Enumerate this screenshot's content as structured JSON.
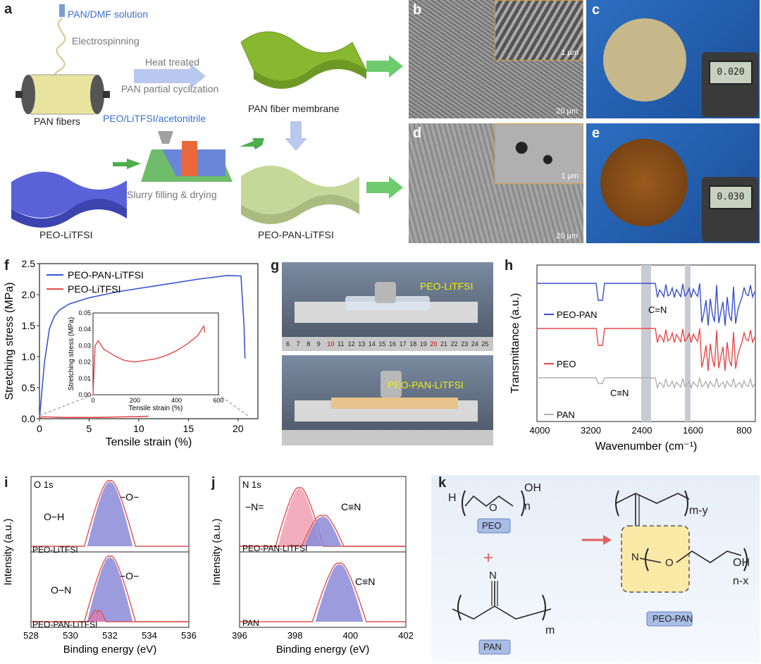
{
  "labels": {
    "a": "a",
    "b": "b",
    "c": "c",
    "d": "d",
    "e": "e",
    "f": "f",
    "g": "g",
    "h": "h",
    "i": "i",
    "j": "j",
    "k": "k"
  },
  "panel_a": {
    "pan_dmf": "PAN/DMF solution",
    "electrospinning": "Electrospinning",
    "heat_treated": "Heat treated",
    "partial_cyclization": "PAN partial cyclization",
    "pan_fibers": "PAN fibers",
    "pan_membrane": "PAN fiber membrane",
    "slurry_components": "PEO/LiTFSI/acetonitrile",
    "slurry_filling": "Slurry filling & drying",
    "peo_litfsi": "PEO-LiTFSI",
    "peo_pan_litfsi": "PEO-PAN-LiTFSI"
  },
  "panel_bd": {
    "scale_inset_b": "1 μm",
    "scale_main_b": "20 μm",
    "scale_inset_d": "1 μm",
    "scale_main_d": "20 μm"
  },
  "panel_ce": {
    "gauge_c": "0.020",
    "gauge_e": "0.030"
  },
  "panel_g": {
    "top_label": "PEO-LiTFSI",
    "bottom_label": "PEO-PAN-LiTFSI",
    "ruler_ticks": [
      "6",
      "7",
      "8",
      "9",
      "10",
      "11",
      "12",
      "13",
      "14",
      "15",
      "16",
      "17",
      "18",
      "19",
      "20",
      "21",
      "22",
      "23",
      "24",
      "25"
    ]
  },
  "panel_h": {
    "xlabel": "Wavenumber (cm⁻¹)",
    "ylabel": "Transmittance (a.u.)",
    "xticks": [
      "4000",
      "3200",
      "2400",
      "1600",
      "800"
    ],
    "series": [
      "PEO-PAN",
      "PEO",
      "PAN"
    ],
    "ann_cn_double": "C=N",
    "ann_cn_triple": "C≡N",
    "colors": {
      "PEO-PAN": "#3a4fd0",
      "PEO": "#e84848",
      "PAN": "#b0b0b0"
    }
  },
  "panel_i": {
    "title": "O 1s",
    "xlabel": "Binding energy (eV)",
    "ylabel": "Intensity (a.u.)",
    "xticks": [
      "528",
      "530",
      "532",
      "534",
      "536"
    ],
    "top_sample": "PEO-LiTFSI",
    "bottom_sample": "PEO-PAN-LiTFSI",
    "oh": "O−H",
    "ether_top": "−O−",
    "ether_bottom": "−O−",
    "on": "O−N"
  },
  "panel_j": {
    "title": "N 1s",
    "xlabel": "Binding energy (eV)",
    "ylabel": "Intensity (a.u.)",
    "xticks": [
      "396",
      "398",
      "400",
      "402"
    ],
    "top_sample": "PEO-PAN-LiTFSI",
    "bottom_sample": "PAN",
    "imine": "−N=",
    "nitrile_top": "C≡N",
    "nitrile_bottom": "C≡N"
  },
  "panel_k": {
    "peo": "PEO",
    "pan": "PAN",
    "product": "PEO-PAN",
    "plus": "+",
    "h": "H",
    "oh": "OH",
    "o": "O",
    "n_sub": "n",
    "m_sub": "m",
    "my_sub": "m-y",
    "nx_sub": "n-x",
    "n_atom": "N"
  },
  "chart_data": [
    {
      "type": "line",
      "panel": "f",
      "xlabel": "Tensile strain (%)",
      "ylabel": "Stretching stress (MPa)",
      "xlim": [
        0,
        22
      ],
      "ylim": [
        0,
        2.5
      ],
      "xticks": [
        "0",
        "5",
        "10",
        "15",
        "20"
      ],
      "yticks": [
        "0.0",
        "0.5",
        "1.0",
        "1.5",
        "2.0",
        "2.5"
      ],
      "legend": "top-left",
      "series": [
        {
          "name": "PEO-PAN-LiTFSI",
          "color": "#3a55d6",
          "x": [
            0,
            0.5,
            1.0,
            1.5,
            2.0,
            3.0,
            5.0,
            8.0,
            12.0,
            16.0,
            19.0,
            20.3,
            20.6,
            20.7
          ],
          "y": [
            0,
            0.9,
            1.45,
            1.65,
            1.75,
            1.85,
            1.95,
            2.05,
            2.15,
            2.25,
            2.31,
            2.3,
            1.5,
            0.97
          ]
        },
        {
          "name": "PEO-LiTFSI",
          "color": "#e84848",
          "x": [
            0,
            0.2,
            1,
            2,
            4,
            6,
            8,
            10,
            11
          ],
          "y": [
            0,
            0.03,
            0.028,
            0.022,
            0.02,
            0.022,
            0.028,
            0.035,
            0.04
          ]
        }
      ],
      "inset": {
        "xlabel": "Tensile strain  (%)",
        "ylabel": "Stretching stress (MPa)",
        "xlim": [
          0,
          600
        ],
        "ylim": [
          0,
          0.05
        ],
        "xticks": [
          "0",
          "200",
          "400",
          "600"
        ],
        "yticks": [
          "0.00",
          "0.01",
          "0.02",
          "0.03",
          "0.04",
          "0.05"
        ],
        "x": [
          0,
          10,
          25,
          50,
          100,
          150,
          200,
          250,
          300,
          350,
          400,
          450,
          500,
          530,
          535
        ],
        "y": [
          0.0,
          0.03,
          0.033,
          0.028,
          0.024,
          0.021,
          0.02,
          0.021,
          0.022,
          0.024,
          0.027,
          0.031,
          0.036,
          0.042,
          0.038
        ]
      }
    }
  ]
}
